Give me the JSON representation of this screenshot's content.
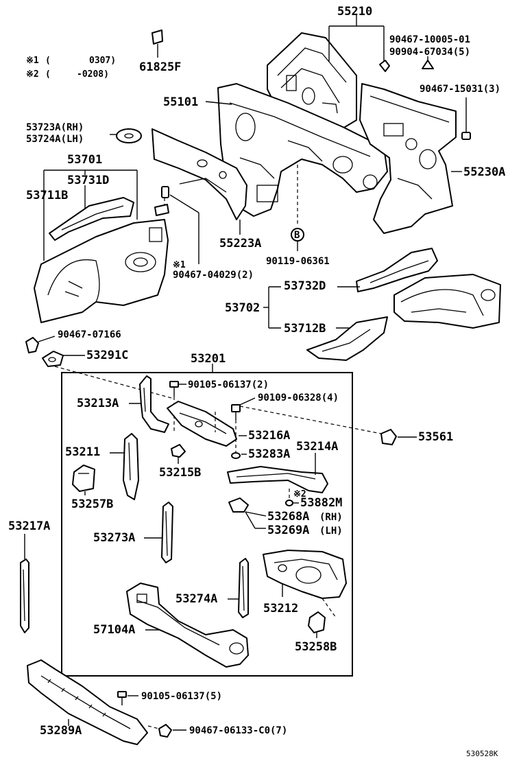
{
  "notes": {
    "note1_mark": "※1",
    "note1_open": "(",
    "note1_code": "0307)",
    "note2_mark": "※2",
    "note2_open": "(",
    "note2_code": "-0208)"
  },
  "labels": {
    "p55210": "55210",
    "p90467_10005": "90467-10005-01",
    "p90904_67034": "90904-67034(5)",
    "p61825F": "61825F",
    "p90467_15031": "90467-15031(3)",
    "p55101": "55101",
    "p53723A": "53723A(RH)",
    "p53724A": "53724A(LH)",
    "p55230A": "55230A",
    "p53701": "53701",
    "p53731D": "53731D",
    "p53711B": "53711B",
    "p55223A": "55223A",
    "b_marker": "B",
    "p90119_06361": "90119-06361",
    "star1": "※1",
    "p90467_04029": "90467-04029(2)",
    "p53732D": "53732D",
    "p53702": "53702",
    "p53712B": "53712B",
    "p90467_07166": "90467-07166",
    "p53291C": "53291C",
    "p53201": "53201",
    "p90105_06137_2": "90105-06137(2)",
    "p90109_06328": "90109-06328(4)",
    "p53213A": "53213A",
    "p53216A": "53216A",
    "p53561": "53561",
    "p53211": "53211",
    "p53283A": "53283A",
    "p53214A": "53214A",
    "p53215B": "53215B",
    "star2": "※2",
    "p53257B": "53257B",
    "p53882M": "53882M",
    "p53268A": "53268A",
    "p53268A_suffix": "(RH)",
    "p53269A": "53269A",
    "p53269A_suffix": "(LH)",
    "p53217A": "53217A",
    "p53273A": "53273A",
    "p53274A": "53274A",
    "p53212": "53212",
    "p57104A": "57104A",
    "p53258B": "53258B",
    "p90105_06137_5": "90105-06137(5)",
    "p53289A": "53289A",
    "p90467_06133": "90467-06133-C0(7)",
    "ref_code": "530528K"
  }
}
